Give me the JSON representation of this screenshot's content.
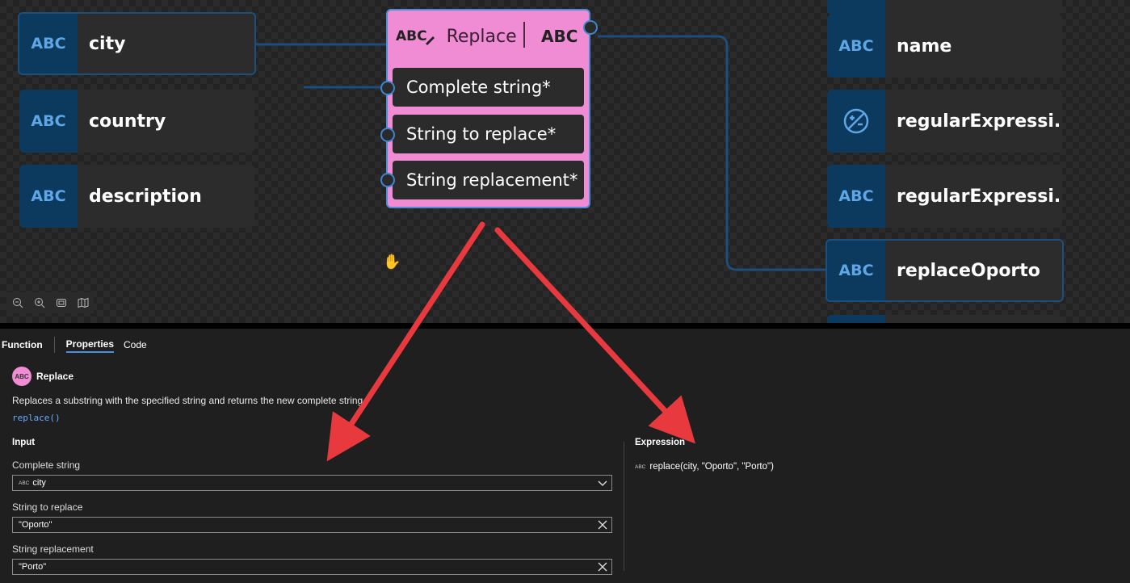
{
  "canvas": {
    "left_nodes": [
      {
        "type": "ABC",
        "label": "city"
      },
      {
        "type": "ABC",
        "label": "country"
      },
      {
        "type": "ABC",
        "label": "description"
      }
    ],
    "right_nodes": [
      {
        "type": "ABC",
        "label": "name"
      },
      {
        "type": "regex-icon",
        "label": "regularExpressi..."
      },
      {
        "type": "ABC",
        "label": "regularExpressi..."
      },
      {
        "type": "ABC",
        "label": "replaceOporto"
      }
    ],
    "function_node": {
      "icon_text": "ABC",
      "title": "Replace",
      "output_type": "ABC",
      "params": [
        "Complete string*",
        "String to replace*",
        "String replacement*"
      ]
    },
    "zoom_icons": [
      "zoom-out-icon",
      "zoom-in-icon",
      "fit-icon",
      "map-icon"
    ]
  },
  "panel": {
    "tabs": {
      "function": "Function",
      "properties": "Properties",
      "code": "Code"
    },
    "function_name": "Replace",
    "function_icon_text": "ABC",
    "description": "Replaces a substring with the specified string and returns the new complete string.",
    "code": "replace()",
    "input_heading": "Input",
    "fields": [
      {
        "label": "Complete string",
        "type_tag": "ABC",
        "value": "city"
      },
      {
        "label": "String to replace",
        "value": "\"Oporto\""
      },
      {
        "label": "String replacement",
        "value": "\"Porto\""
      }
    ],
    "expression_heading": "Expression",
    "expression_type_tag": "ABC",
    "expression": "replace(city, \"Oporto\", \"Porto\")"
  },
  "colors": {
    "function_node": "#ef8cd3",
    "node_badge": "#0c3a5e",
    "wire": "#1e4d7b",
    "arrow": "#e8393f",
    "tab_underline": "#4a90e2"
  }
}
